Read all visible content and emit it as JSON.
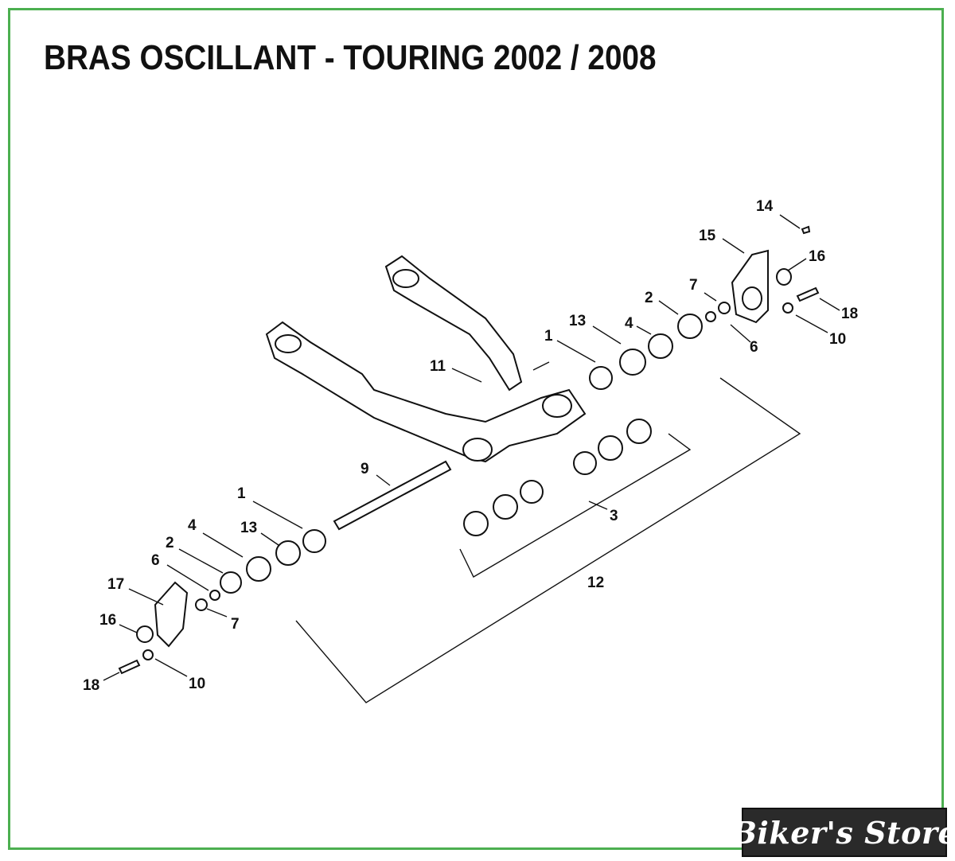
{
  "title": "BRAS OSCILLANT - TOURING 2002 / 2008",
  "brand_label": "Biker's Store",
  "colors": {
    "frame": "#4caf50",
    "ink": "#111111",
    "brand_bg": "#2a2a2a"
  },
  "callouts": [
    "14",
    "15",
    "16",
    "7",
    "2",
    "18",
    "13",
    "4",
    "1",
    "6",
    "10",
    "11",
    "9",
    "3",
    "12",
    "1",
    "4",
    "13",
    "2",
    "6",
    "17",
    "7",
    "16",
    "18",
    "10"
  ]
}
